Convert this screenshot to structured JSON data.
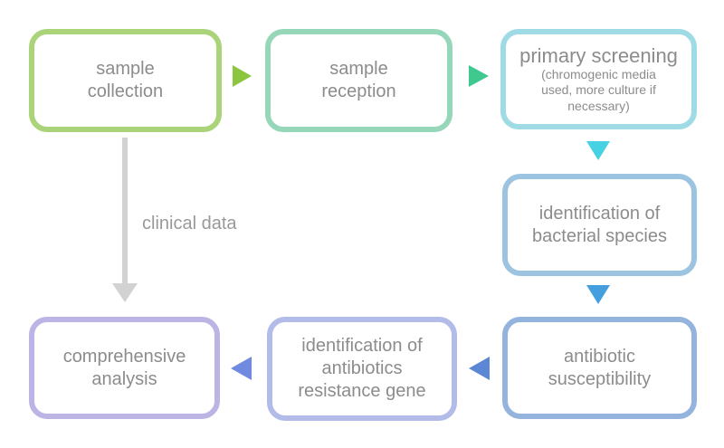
{
  "diagram": {
    "text_color": "#8c8c8c",
    "nodes": [
      {
        "id": "sample-collection",
        "label": "sample\ncollection",
        "border_color": "#abd37a"
      },
      {
        "id": "sample-reception",
        "label": "sample\nreception",
        "border_color": "#97d7b9"
      },
      {
        "id": "primary-screening",
        "title": "primary screening",
        "sublabel": "(chromogenic media\nused, more culture if\nnecessary)",
        "border_color": "#9edbe4"
      },
      {
        "id": "identification-of-bacterial-species",
        "label": "identification of\nbacterial species",
        "border_color": "#9cc4e0"
      },
      {
        "id": "antibiotic-susceptibility",
        "label": "antibiotic\nsusceptibility",
        "border_color": "#94b4de"
      },
      {
        "id": "identification-of-antibiotics-resistance-gene",
        "label": "identification of\nantibiotics\nresistance gene",
        "border_color": "#b3bce8"
      },
      {
        "id": "comprehensive-analysis",
        "label": "comprehensive\nanalysis",
        "border_color": "#bcb4e4"
      }
    ],
    "arrows": [
      {
        "id": "collection-to-reception",
        "direction": "right",
        "color": "#8cc63e"
      },
      {
        "id": "reception-to-screening",
        "direction": "right",
        "color": "#3fc98f"
      },
      {
        "id": "screening-to-identification",
        "direction": "down",
        "color": "#46d2e2"
      },
      {
        "id": "identification-to-susceptibility",
        "direction": "down",
        "color": "#459fdf"
      },
      {
        "id": "susceptibility-to-resistance-gene",
        "direction": "left",
        "color": "#5b87d5"
      },
      {
        "id": "resistance-gene-to-analysis",
        "direction": "left",
        "color": "#6f8ade"
      }
    ],
    "connector": {
      "id": "collection-to-analysis-clinical-data",
      "label": "clinical data",
      "color": "#d2d2d2"
    }
  }
}
